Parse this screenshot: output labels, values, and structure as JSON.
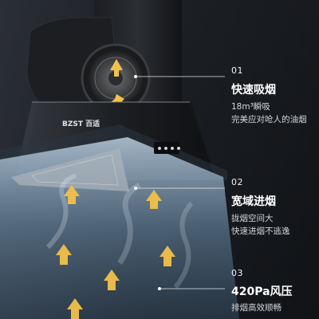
{
  "brand": {
    "logo": "BZST 百适"
  },
  "features": [
    {
      "number": "01",
      "title": "快速吸烟",
      "desc_1": "18m³瞬吸",
      "desc_2": "完美应对呛人的油烟"
    },
    {
      "number": "02",
      "title": "宽域进烟",
      "desc_1": "拢烟空间大",
      "desc_2": "快速进烟不逃逸"
    },
    {
      "number": "03",
      "title": "420Pa风压",
      "desc_1": "排烟高效顺畅"
    }
  ],
  "colors": {
    "accent_arrow": "#f2c14a",
    "hood_black": "#1a1c20",
    "smoke_blue": "#9fc6e8"
  }
}
